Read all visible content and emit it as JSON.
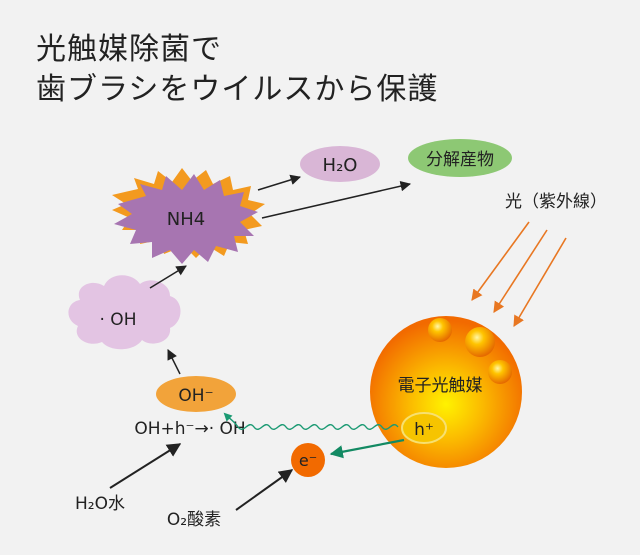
{
  "title": {
    "line1": "光触媒除菌で",
    "line2": "歯ブラシをウイルスから保護"
  },
  "nodes": {
    "h2o_product": "H₂O",
    "decomposition": "分解産物",
    "nh4": "NH4",
    "light": "光（紫外線）",
    "oh_radical": "· OH",
    "oh_minus": "OH⁻",
    "reaction": "OH+h⁻→· OH",
    "photocatalyst": "電子光触媒",
    "hole": "h⁺",
    "electron": "e⁻",
    "water": "H₂O水",
    "oxygen": "O₂酸素"
  },
  "colors": {
    "h2o_bubble": "#d9b6d6",
    "decomposition_bubble": "#8dc874",
    "nh4_burst": "#a775b1",
    "nh4_burst_back": "#f39a1f",
    "oh_cloud": "#e3c4e3",
    "oh_minus_bubble": "#f2a33a",
    "catalyst_core": "#f7d900",
    "catalyst_edge": "#f36b00",
    "light_arrow": "#e87722",
    "electron_arrow": "#138a63",
    "wave": "#1b9a73"
  }
}
